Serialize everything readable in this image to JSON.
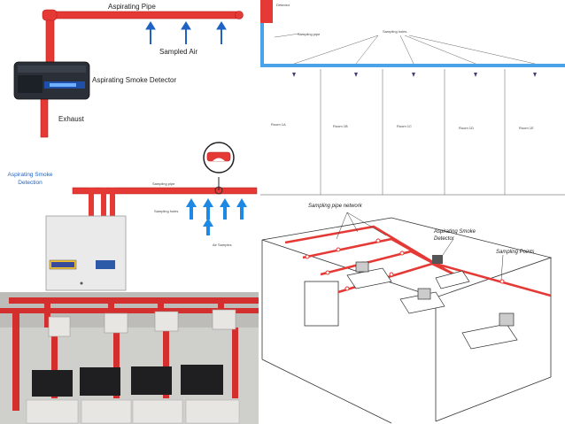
{
  "panel_top_left": {
    "pipe_label": "Aspirating Pipe",
    "sampled_air_label": "Sampled Air",
    "detector_label": "Aspirating Smoke Detector",
    "exhaust_label": "Exhaust",
    "pipe_color": "#e53935",
    "arrow_color": "#1e63c4"
  },
  "panel_top_right": {
    "detector_label": "Detector",
    "pipe_label": "Sampling pipe",
    "holes_label": "Sampling holes",
    "rooms": [
      "Room 1A",
      "Room 1B",
      "Room 1C",
      "Room 1D",
      "Room 1E"
    ],
    "pipe_color": "#4aa3e8"
  },
  "panel_middle_left": {
    "title": "Aspirating Smoke Detection",
    "pipe_label": "Sampling pipe",
    "holes_label": "Sampling holes",
    "samples_label": "Air Samples",
    "title_color": "#1e63c4"
  },
  "panel_bottom_right": {
    "network_label": "Sampling pipe network",
    "detector_label": "Aspirating Smoke Detector",
    "points_label": "Sampling Points"
  }
}
